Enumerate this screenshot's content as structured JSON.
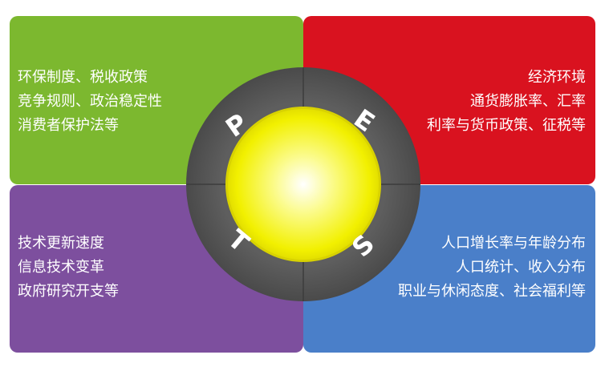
{
  "colors": {
    "political": "#7cb82f",
    "economic": "#d9121f",
    "technological": "#7d4f9e",
    "social": "#4a7fc9",
    "ring": "#585858",
    "core": "#f5f000"
  },
  "quadrants": {
    "political": {
      "lines": [
        "环保制度、税收政策",
        "竞争规则、政治稳定性",
        "消费者保护法等"
      ],
      "letter": "P"
    },
    "economic": {
      "lines": [
        "经济环境",
        "通货膨胀率、汇率",
        "利率与货币政策、征税等"
      ],
      "letter": "E"
    },
    "technological": {
      "lines": [
        "技术更新速度",
        "信息技术变革",
        "政府研究开支等"
      ],
      "letter": "T"
    },
    "social": {
      "lines": [
        "人口增长率与年龄分布",
        "人口统计、收入分布",
        "职业与休闲态度、社会福利等"
      ],
      "letter": "S"
    }
  }
}
